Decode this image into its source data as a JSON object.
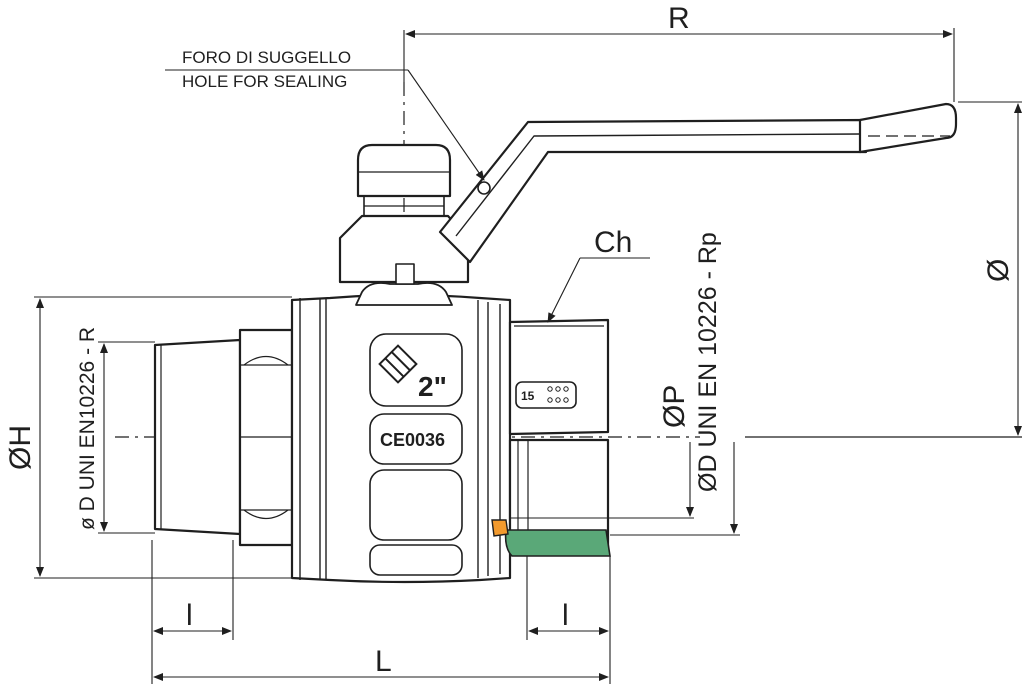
{
  "labels": {
    "R": "R",
    "L": "L",
    "l_left": "l",
    "l_right": "l",
    "diameter_H": "ØH",
    "diameter_P": "ØP",
    "diameter_handle": "Ø",
    "Ch": "Ch",
    "thread_male": "ø D UNI EN10226 - R",
    "thread_female": "ØD UNI EN 10226 - Rp",
    "sealing_it": "FORO DI SUGGELLO",
    "sealing_en": "HOLE FOR SEALING"
  },
  "body_marks": {
    "size": "2\"",
    "ce": "CE0036",
    "pressure": "15"
  },
  "colors": {
    "line": "#1f1f1f",
    "body_fill": "#ffffff",
    "seal_green": "#5aa878",
    "seal_orange": "#f29a2e"
  },
  "icons": {
    "logo": "manufacturer-diamond-logo-icon",
    "ce_mark": "ce-mark-icon"
  }
}
